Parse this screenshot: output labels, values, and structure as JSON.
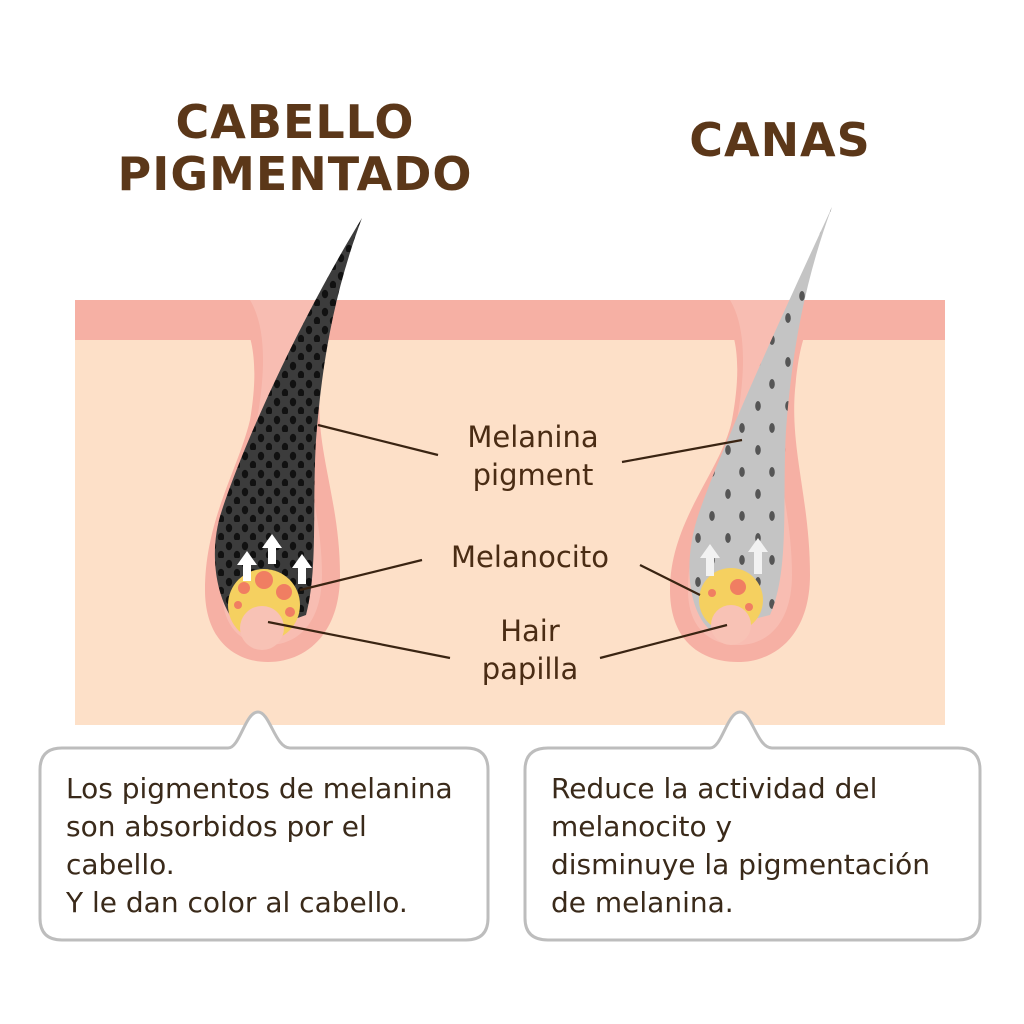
{
  "titles": {
    "left_line1": "CABELLO",
    "left_line2": "PIGMENTADO",
    "right": "CANAS"
  },
  "labels": {
    "melanin_line1": "Melanina",
    "melanin_line2": "pigment",
    "melanocyte": "Melanocito",
    "papilla_line1": "Hair",
    "papilla_line2": "papilla"
  },
  "captions": {
    "left": [
      "Los pigmentos de melanina",
      "son absorbidos por el",
      "cabello.",
      "Y le dan color al cabello."
    ],
    "right": [
      "Reduce la actividad del",
      "melanocito y",
      "disminuye la pigmentación",
      "de melanina."
    ]
  },
  "colors": {
    "title": "#5b3719",
    "skin": "#fde0c8",
    "skin_layer": "#f6b0a4",
    "pigmented_hair": "#3c3c3c",
    "gray_hair": "#c4c4c4",
    "melanocyte": "#f5d060",
    "melanin_dot": "#f07e62"
  }
}
